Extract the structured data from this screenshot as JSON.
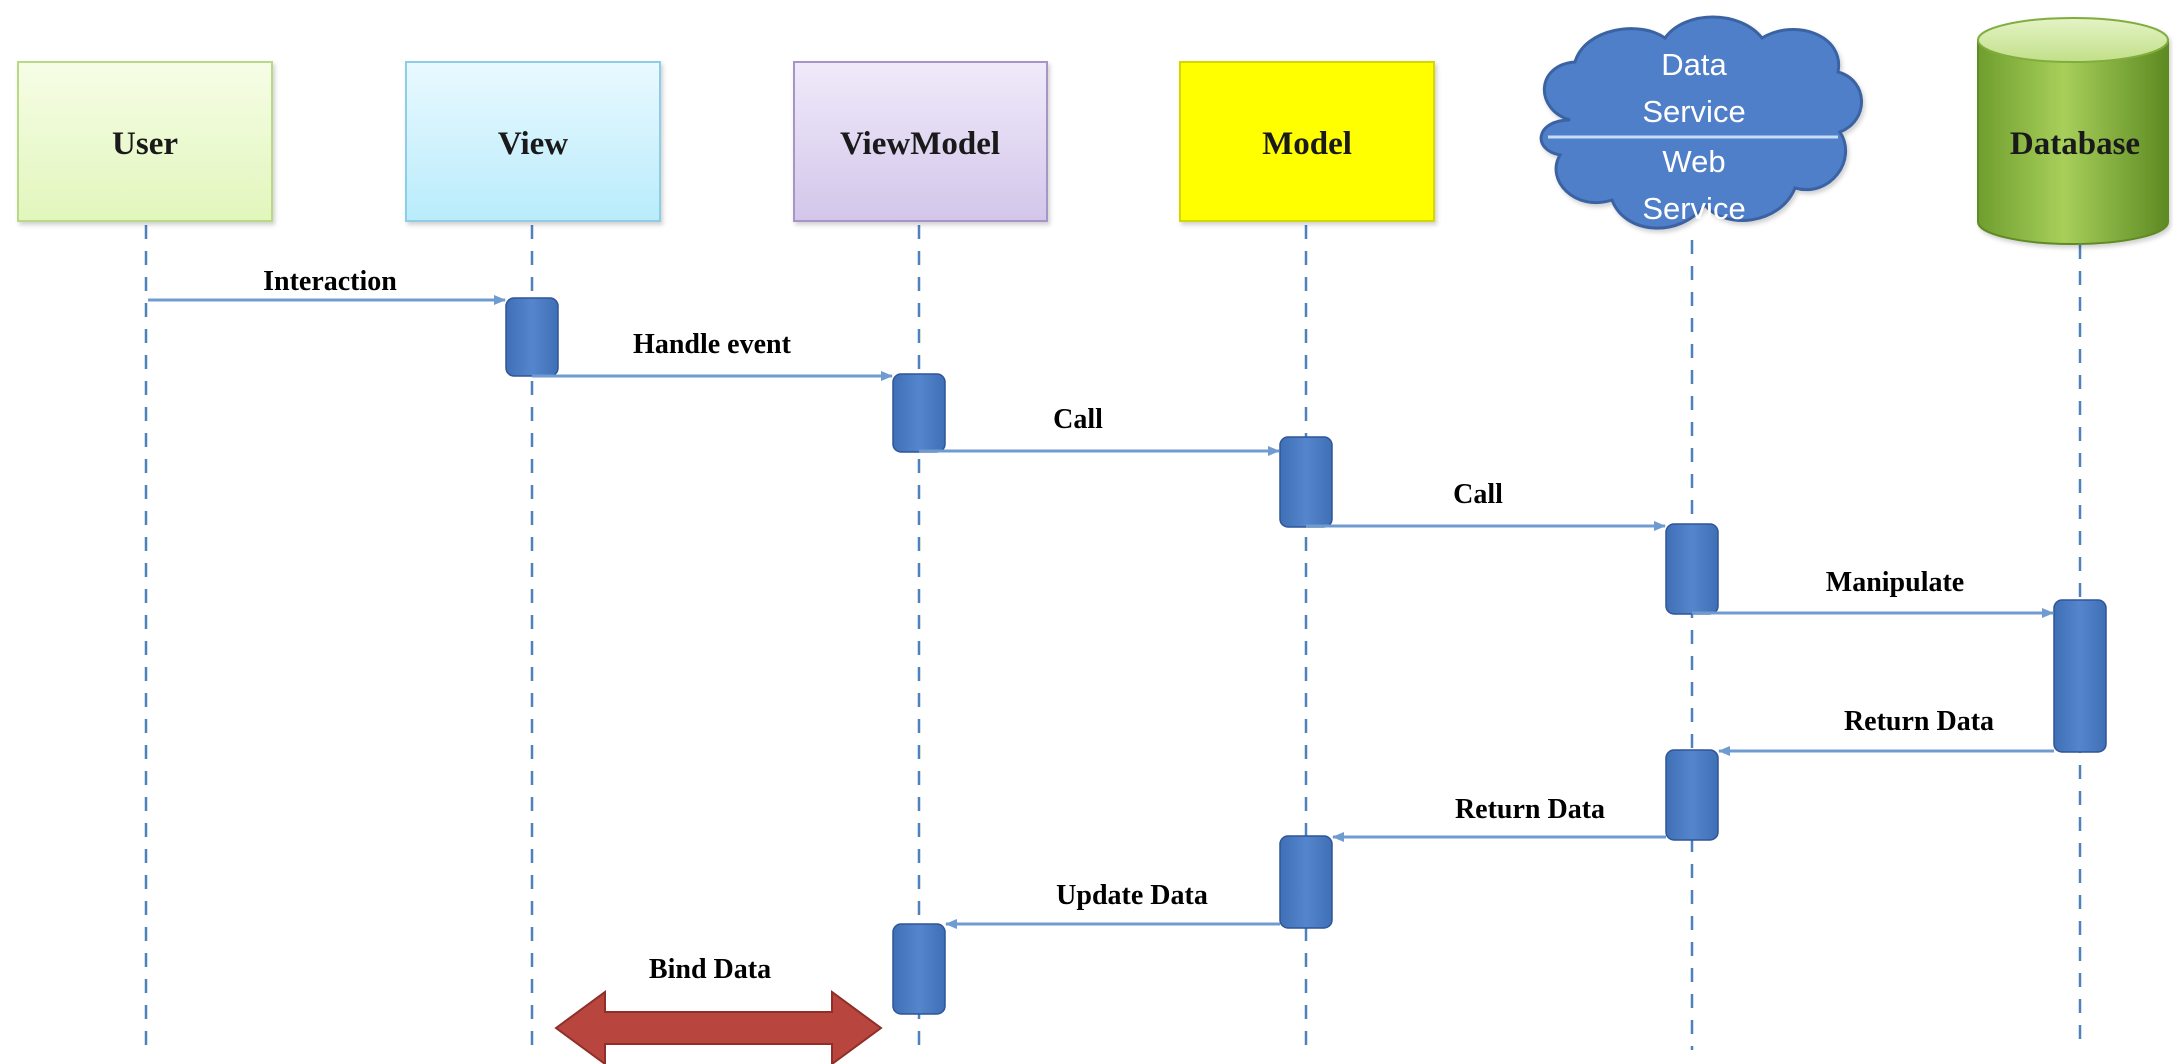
{
  "participants": [
    {
      "id": "user",
      "label": "User",
      "shape": "box",
      "fill_top": "#f6fde6",
      "fill_bottom": "#e2f6bc",
      "stroke": "#b9d986"
    },
    {
      "id": "view",
      "label": "View",
      "shape": "box",
      "fill_top": "#e9f9ff",
      "fill_bottom": "#b9ecfb",
      "stroke": "#8fcde6"
    },
    {
      "id": "viewmodel",
      "label": "ViewModel",
      "shape": "box",
      "fill_top": "#f0eafa",
      "fill_bottom": "#d3c6ea",
      "stroke": "#a795c7"
    },
    {
      "id": "model",
      "label": "Model",
      "shape": "box",
      "fill_top": "#ffff1a",
      "fill_bottom": "#ffff00",
      "stroke": "#d6d600"
    },
    {
      "id": "service",
      "label_top": [
        "Data",
        "Service"
      ],
      "label_bottom": [
        "Web",
        "Service"
      ],
      "shape": "cloud",
      "fill": "#4f7fc8",
      "stroke": "#3a64a3",
      "text_color": "#ffffff"
    },
    {
      "id": "database",
      "label": "Database",
      "shape": "cylinder",
      "fill_top": "#c5e08a",
      "fill_bottom": "#6c9a2b",
      "stroke": "#5e8a25"
    }
  ],
  "messages": [
    {
      "label": "Interaction",
      "from": "user",
      "to": "view",
      "kind": "call"
    },
    {
      "label": "Handle event",
      "from": "view",
      "to": "viewmodel",
      "kind": "call"
    },
    {
      "label": "Call",
      "from": "viewmodel",
      "to": "model",
      "kind": "call"
    },
    {
      "label": "Call",
      "from": "model",
      "to": "service",
      "kind": "call"
    },
    {
      "label": "Manipulate",
      "from": "service",
      "to": "database",
      "kind": "call"
    },
    {
      "label": "Return Data",
      "from": "database",
      "to": "service",
      "kind": "return"
    },
    {
      "label": "Return Data",
      "from": "service",
      "to": "model",
      "kind": "return"
    },
    {
      "label": "Update Data",
      "from": "model",
      "to": "viewmodel",
      "kind": "return"
    }
  ],
  "binding": {
    "label": "Bind Data",
    "between": [
      "view",
      "viewmodel"
    ],
    "color": "#b9453f"
  },
  "colors": {
    "lifeline": "#4f81bd",
    "activation": "#4f7fc8",
    "arrow": "#6f9bd1",
    "text": "#000000"
  }
}
